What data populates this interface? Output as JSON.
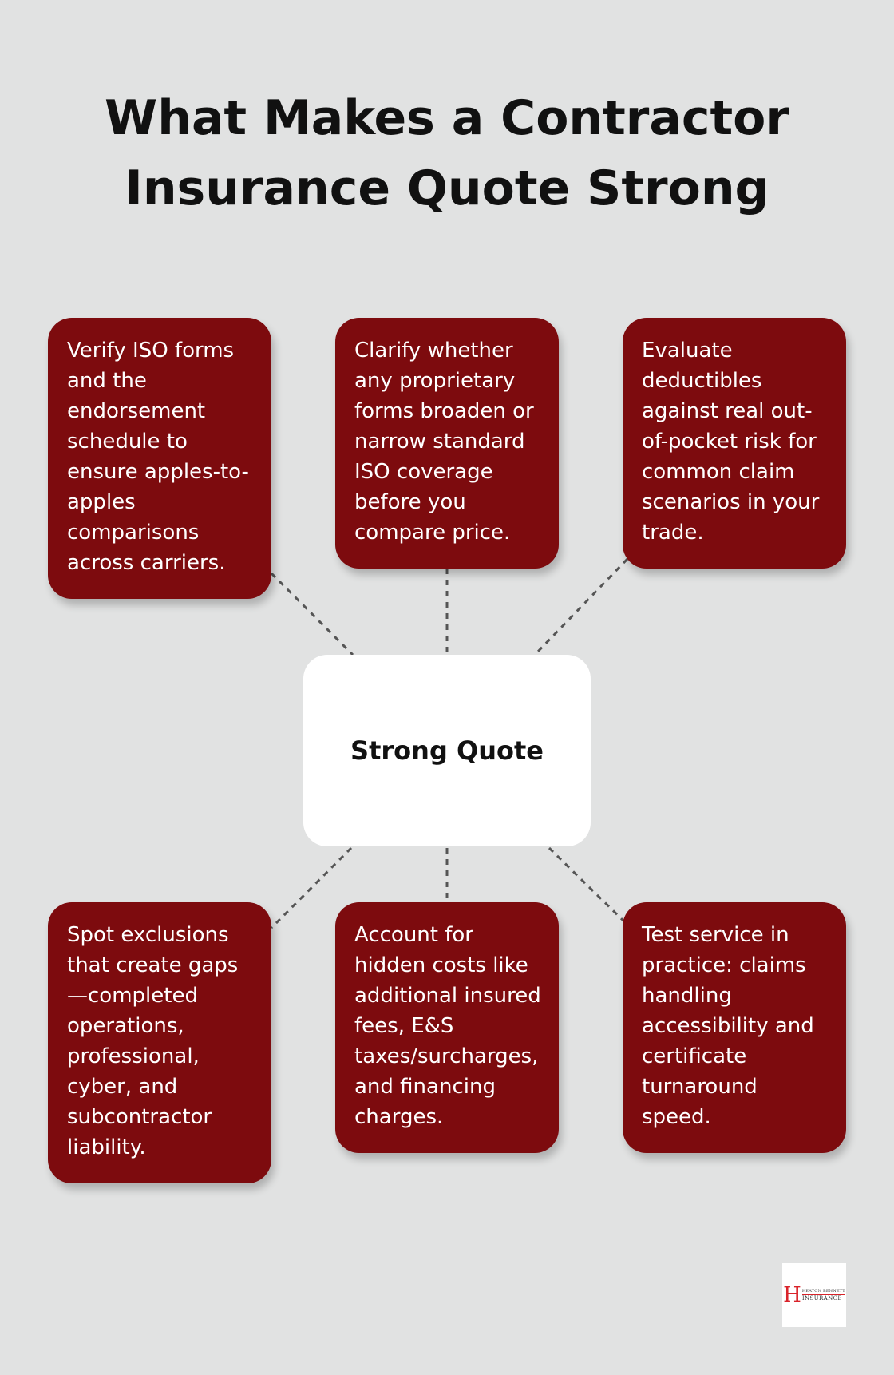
{
  "title": "What Makes a Contractor Insurance Quote Strong",
  "center": "Strong Quote",
  "items": [
    {
      "text": "Verify ISO forms and the endorsement schedule to ensure apples-to-apples comparisons across carriers."
    },
    {
      "text": "Clarify whether any proprietary forms broaden or narrow standard ISO coverage before you compare price."
    },
    {
      "text": "Evaluate deductibles against real out-of-pocket risk for common claim scenarios in your trade."
    },
    {
      "text": "Spot exclusions that create gaps—completed operations, professional, cyber, and subcontractor liability."
    },
    {
      "text": "Account for hidden costs like additional insured fees, E&S taxes/surcharges, and financing charges."
    },
    {
      "text": "Test service in practice: claims handling accessibility and certificate turnaround speed."
    }
  ],
  "logo": {
    "letter": "H",
    "line1": "HEATON BENNETT",
    "line2": "INSURANCE"
  },
  "colors": {
    "background": "#e1e2e2",
    "box": "#7d0b0e",
    "center_box": "#ffffff",
    "connector": "#555555",
    "logo_accent": "#d9232a"
  }
}
